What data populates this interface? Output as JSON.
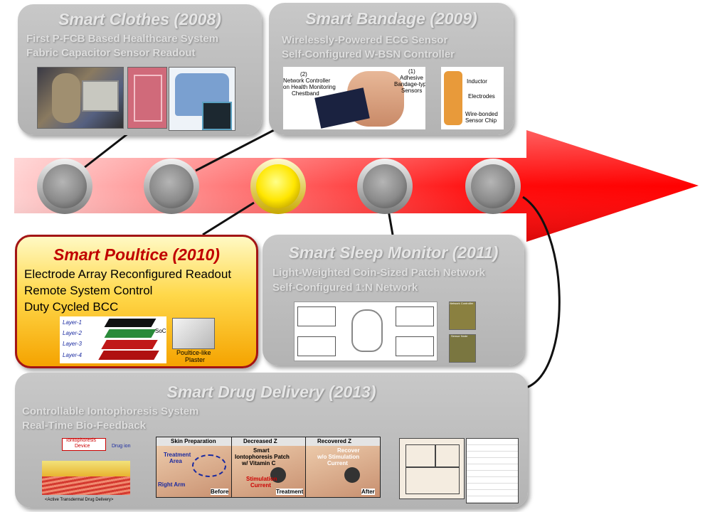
{
  "panels": {
    "clothes": {
      "title": "Smart Clothes (2008)",
      "lines": [
        "First P-FCB Based Healthcare System",
        "Fabric Capacitor Sensor Readout"
      ]
    },
    "bandage": {
      "title": "Smart Bandage (2009)",
      "lines": [
        "Wirelessly-Powered ECG Sensor",
        "Self-Configured W-BSN Controller"
      ],
      "labels": {
        "n2": "(2)",
        "network": "Network Controller",
        "network2": "on Health Monitoring",
        "network3": "Chestband",
        "n1": "(1)",
        "adhesive": "Adhesive",
        "adhesive2": "Bandage-type",
        "adhesive3": "Sensors",
        "inductor": "Inductor",
        "electrodes": "Electrodes",
        "wire": "Wire-bonded",
        "wire2": "Sensor Chip"
      }
    },
    "poultice": {
      "title": "Smart Poultice (2010)",
      "lines": [
        "Electrode Array Reconfigured Readout",
        "Remote System Control",
        "Duty Cycled BCC"
      ],
      "labels": {
        "layer1": "Layer-1",
        "layer2": "Layer-2",
        "layer3": "Layer-3",
        "layer4": "Layer-4",
        "soc": "SoC",
        "plaster": "Poultice-like",
        "plaster2": "Plaster"
      }
    },
    "sleep": {
      "title": "Smart Sleep Monitor (2011)",
      "lines": [
        "Light-Weighted Coin-Sized Patch Network",
        "Self-Configured 1:N Network"
      ],
      "labels": {
        "netctrl": "Network Controller",
        "sensornode": "Sensor Node"
      }
    },
    "drug": {
      "title": "Smart Drug Delivery (2013)",
      "lines": [
        "Controllable Iontophoresis System",
        "Real-Time Bio-Feedback"
      ],
      "labels": {
        "device": "Iontophoresis",
        "device2": "Device",
        "drug": "Drug ion",
        "caption": "<Active Transdermal Drug Delivery>",
        "skin_prep": "Skin Preparation",
        "decreased": "Decreased Z",
        "recovered": "Recovered Z",
        "treatment_area": "Treatment",
        "treatment_area2": "Area",
        "right_arm": "Right Arm",
        "before": "Before",
        "smart_patch": "Smart",
        "smart_patch2": "Iontophoresis Patch",
        "smart_patch3": "w/ Vitamin C",
        "stim": "Stimulation",
        "stim2": "Current",
        "treatment": "Treatment",
        "recover": "Recover",
        "recover2": "w/o Stimulation",
        "recover3": "Current",
        "after": "After"
      }
    }
  },
  "colors": {
    "arrow": "#ff0000",
    "highlight_border": "#a31515",
    "highlight_title": "#c00000",
    "active_node": "#ffee22"
  }
}
